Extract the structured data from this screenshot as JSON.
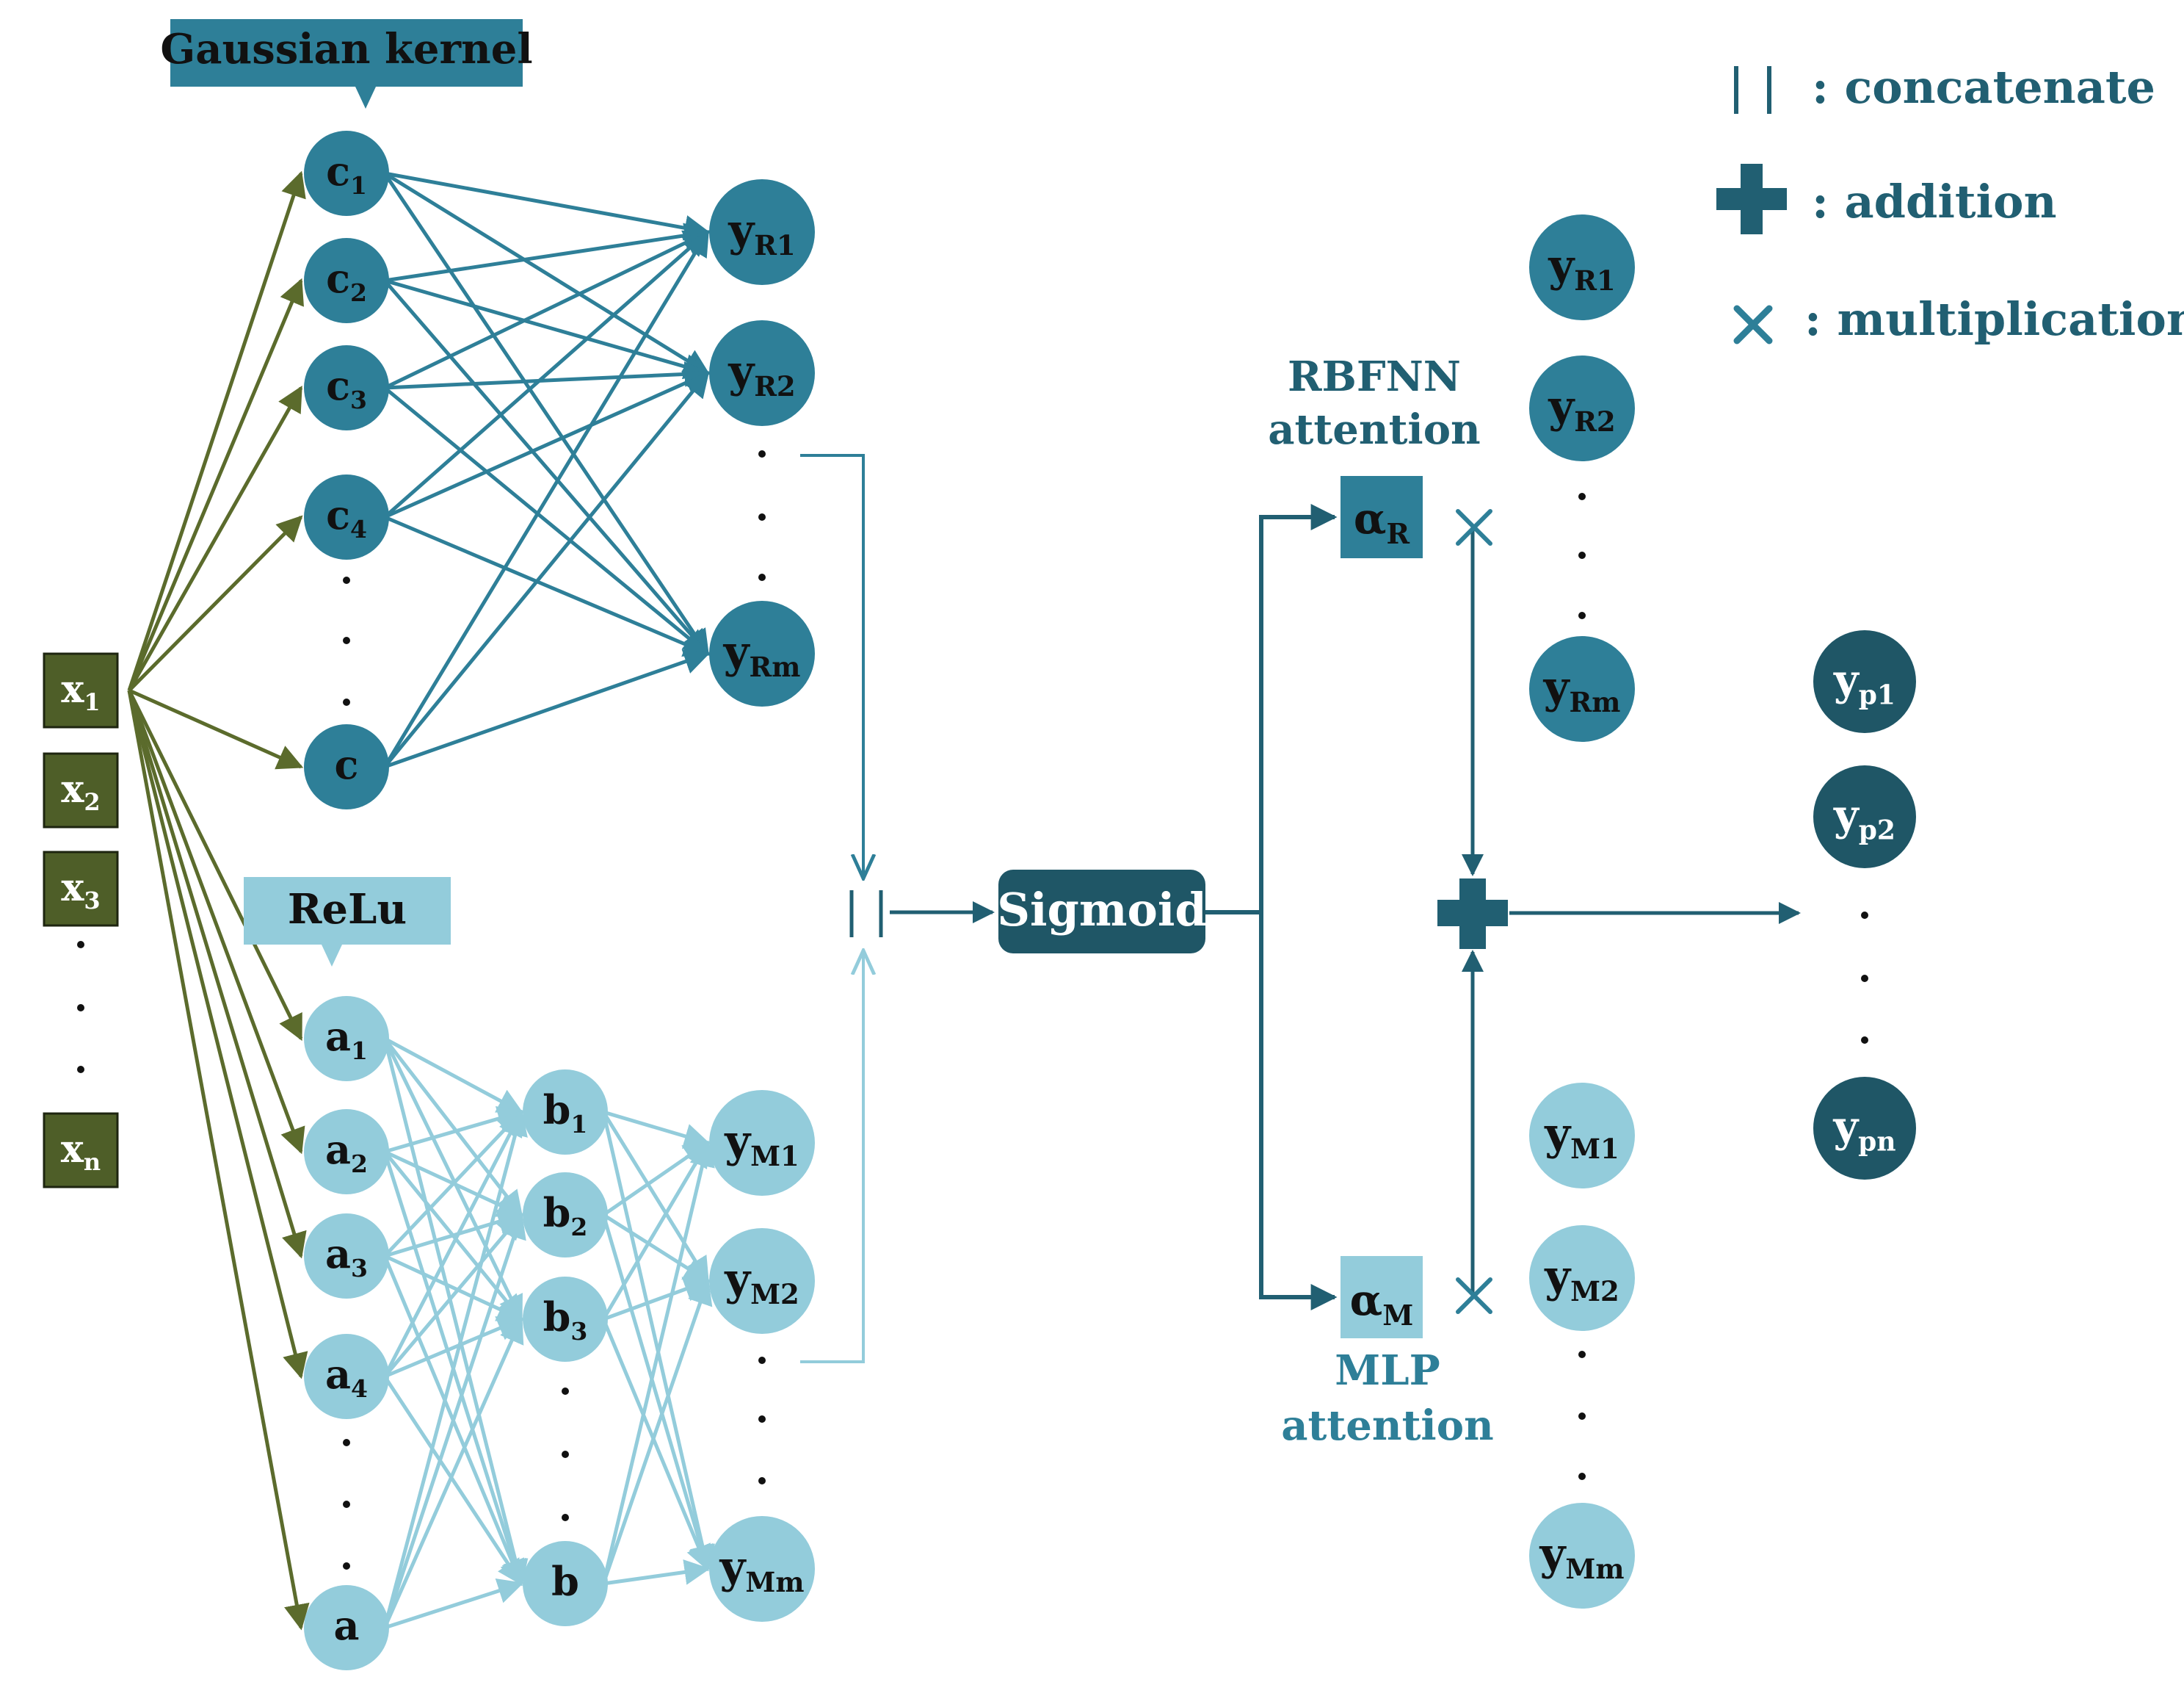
{
  "legend": {
    "concatenate_symbol": "| |",
    "concatenate_label": ": concatenate",
    "addition_label": ": addition",
    "multiplication_label": ": multiplication"
  },
  "tooltips": {
    "gaussian": "Gaussian kernel",
    "relu": "ReLu"
  },
  "inputs": [
    {
      "base": "x",
      "sub": "1"
    },
    {
      "base": "x",
      "sub": "2"
    },
    {
      "base": "x",
      "sub": "3"
    },
    {
      "base": "x",
      "sub": "n"
    }
  ],
  "rbf_hidden": [
    {
      "base": "c",
      "sub": "1"
    },
    {
      "base": "c",
      "sub": "2"
    },
    {
      "base": "c",
      "sub": "3"
    },
    {
      "base": "c",
      "sub": "4"
    },
    {
      "base": "c",
      "sub": ""
    }
  ],
  "rbf_outputs": [
    {
      "base": "y",
      "sub": "R1"
    },
    {
      "base": "y",
      "sub": "R2"
    },
    {
      "base": "y",
      "sub": "Rm"
    }
  ],
  "mlp_layer1": [
    {
      "base": "a",
      "sub": "1"
    },
    {
      "base": "a",
      "sub": "2"
    },
    {
      "base": "a",
      "sub": "3"
    },
    {
      "base": "a",
      "sub": "4"
    },
    {
      "base": "a",
      "sub": ""
    }
  ],
  "mlp_layer2": [
    {
      "base": "b",
      "sub": "1"
    },
    {
      "base": "b",
      "sub": "2"
    },
    {
      "base": "b",
      "sub": "3"
    },
    {
      "base": "b",
      "sub": ""
    }
  ],
  "mlp_outputs": [
    {
      "base": "y",
      "sub": "M1"
    },
    {
      "base": "y",
      "sub": "M2"
    },
    {
      "base": "y",
      "sub": "Mm"
    }
  ],
  "sigmoid": "Sigmoid",
  "attention": {
    "rbf_label_line1": "RBFNN",
    "rbf_label_line2": "attention",
    "mlp_label_line1": "MLP",
    "mlp_label_line2": "attention",
    "alpha_r": {
      "base": "α",
      "sub": "R"
    },
    "alpha_m": {
      "base": "α",
      "sub": "M"
    }
  },
  "right_rbf": [
    {
      "base": "y",
      "sub": "R1"
    },
    {
      "base": "y",
      "sub": "R2"
    },
    {
      "base": "y",
      "sub": "Rm"
    }
  ],
  "right_mlp": [
    {
      "base": "y",
      "sub": "M1"
    },
    {
      "base": "y",
      "sub": "M2"
    },
    {
      "base": "y",
      "sub": "Mm"
    }
  ],
  "predictions": [
    {
      "base": "y",
      "sub": "p1"
    },
    {
      "base": "y",
      "sub": "p2"
    },
    {
      "base": "y",
      "sub": "pn"
    }
  ],
  "colors": {
    "rbf": "#2e7f98",
    "rbf_dark": "#215f72",
    "mlp": "#93ccdb",
    "input": "#4e5e28",
    "input_arrow": "#5b6b2c",
    "pred": "#1f5666",
    "sigmoid": "#1f5666"
  }
}
